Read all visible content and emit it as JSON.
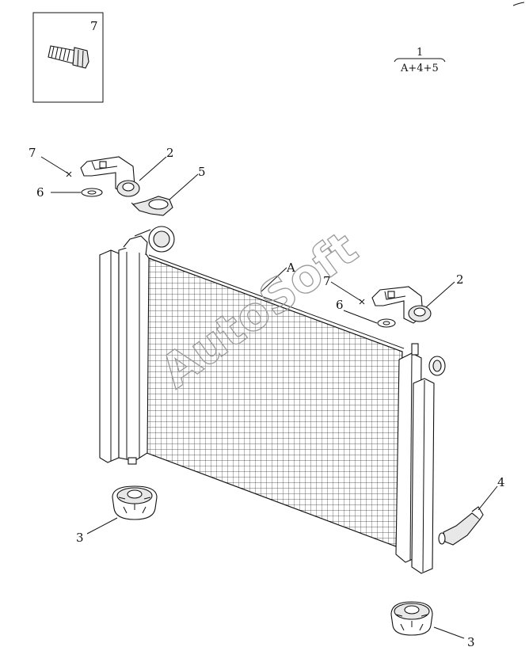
{
  "inset": {
    "number": "7"
  },
  "fraction": {
    "numerator": "1",
    "denominator": "A+4+5"
  },
  "watermark": "AutoSoft",
  "callouts": {
    "label_7_left": "7",
    "label_2_left": "2",
    "label_6_left": "6",
    "label_5": "5",
    "label_A": "A",
    "label_7_right": "7",
    "label_6_right": "6",
    "label_2_right": "2",
    "label_4": "4",
    "label_3_left": "3",
    "label_3_right": "3"
  }
}
